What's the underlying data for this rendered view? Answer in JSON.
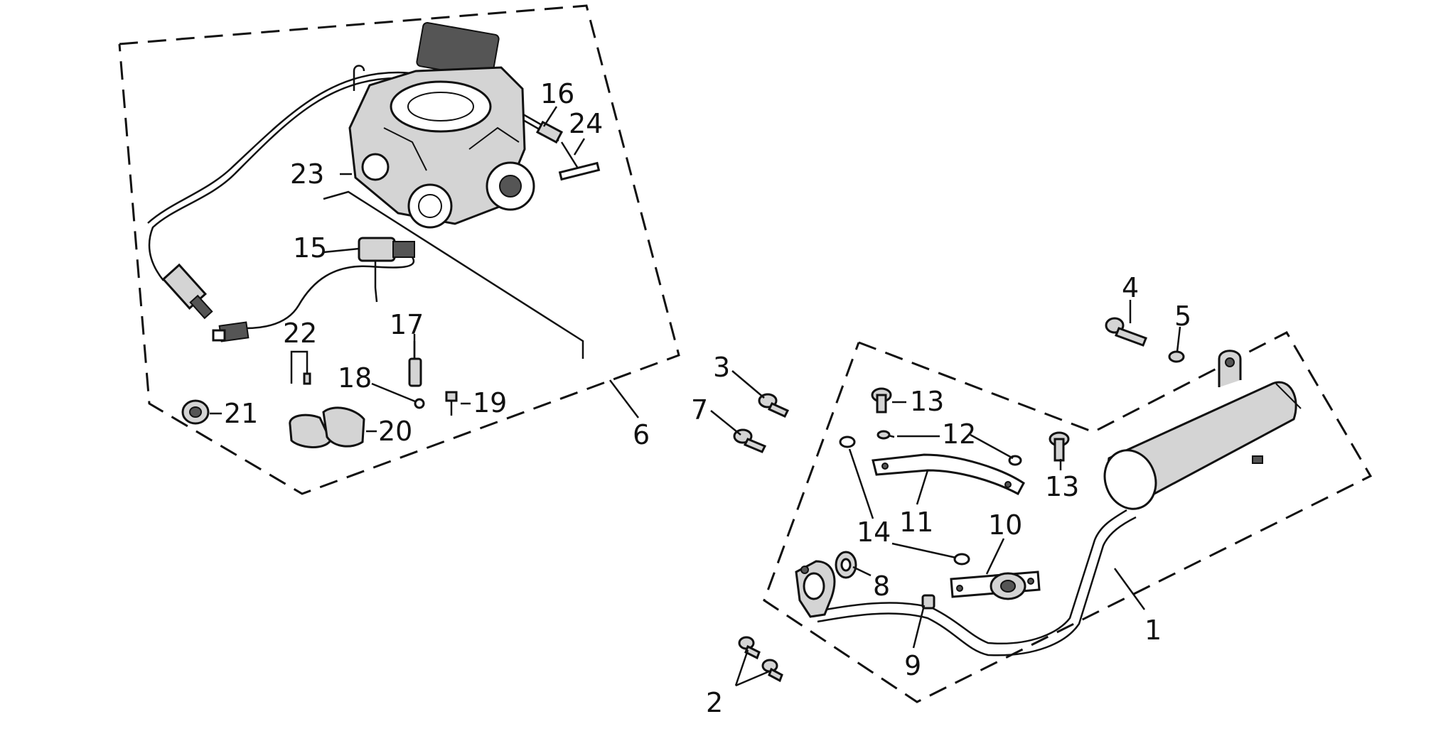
{
  "callouts": {
    "c1": "1",
    "c2": "2",
    "c3": "3",
    "c4": "4",
    "c5": "5",
    "c6": "6",
    "c7": "7",
    "c8": "8",
    "c9": "9",
    "c10": "10",
    "c11": "11",
    "c12": "12",
    "c13a": "13",
    "c13b": "13",
    "c14": "14",
    "c15": "15",
    "c16": "16",
    "c17": "17",
    "c18": "18",
    "c19": "19",
    "c20": "20",
    "c21": "21",
    "c22": "22",
    "c23": "23",
    "c24": "24"
  },
  "colors": {
    "ink": "#111111",
    "background": "#ffffff",
    "shade": "#d4d4d4"
  }
}
